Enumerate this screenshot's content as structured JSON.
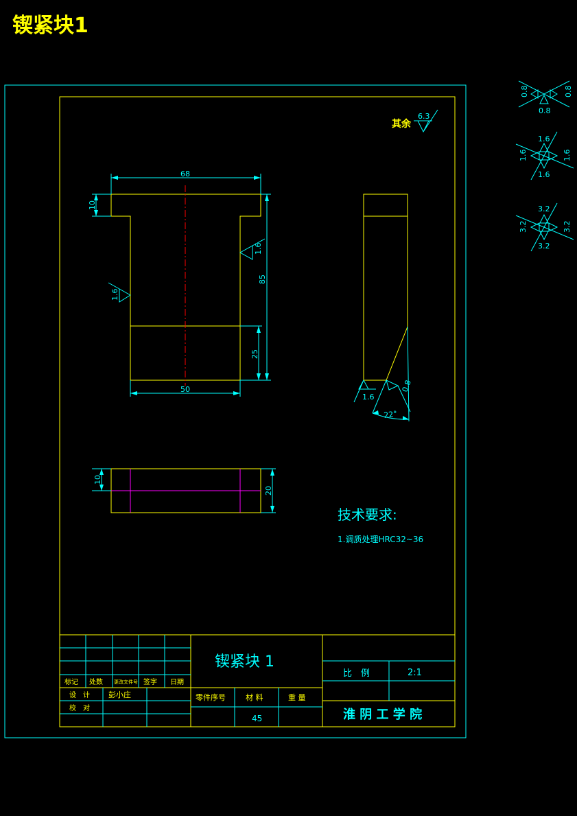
{
  "header": {
    "title": "锲紧块1"
  },
  "roughness": {
    "general_label": "其余",
    "general_value": "6.3",
    "legend": [
      {
        "top": "",
        "left": "0.8",
        "right": "0.8",
        "bottom": "0.8"
      },
      {
        "top": "1.6",
        "left": "1.6",
        "right": "1.6",
        "bottom": "1.6"
      },
      {
        "top": "3.2",
        "left": "3.2",
        "right": "3.2",
        "bottom": "3.2"
      }
    ],
    "front_view": [
      "1.6",
      "1.6"
    ],
    "side_view": [
      "1.6",
      "0.8"
    ]
  },
  "dimensions": {
    "width_top": "68",
    "width_bottom": "50",
    "head_height": "10",
    "total_height": "85",
    "lower_height": "25",
    "angle": "22°",
    "plan_height": "10",
    "plan_total": "20"
  },
  "technical_requirements": {
    "title": "技术要求:",
    "items": [
      "1.调质处理HRC32~36"
    ]
  },
  "title_block": {
    "part_name": "锲紧块 1",
    "headers": [
      "标记",
      "处数",
      "更改文件号",
      "签字",
      "日期"
    ],
    "design_label": "设　计",
    "designer": "彭小庄",
    "check_label": "校　对",
    "part_no_label": "零件序号",
    "material_label": "材 料",
    "weight_label": "重 量",
    "material_value": "45",
    "scale_label": "比　例",
    "scale_value": "2:1",
    "school": "淮 阴 工 学 院"
  }
}
